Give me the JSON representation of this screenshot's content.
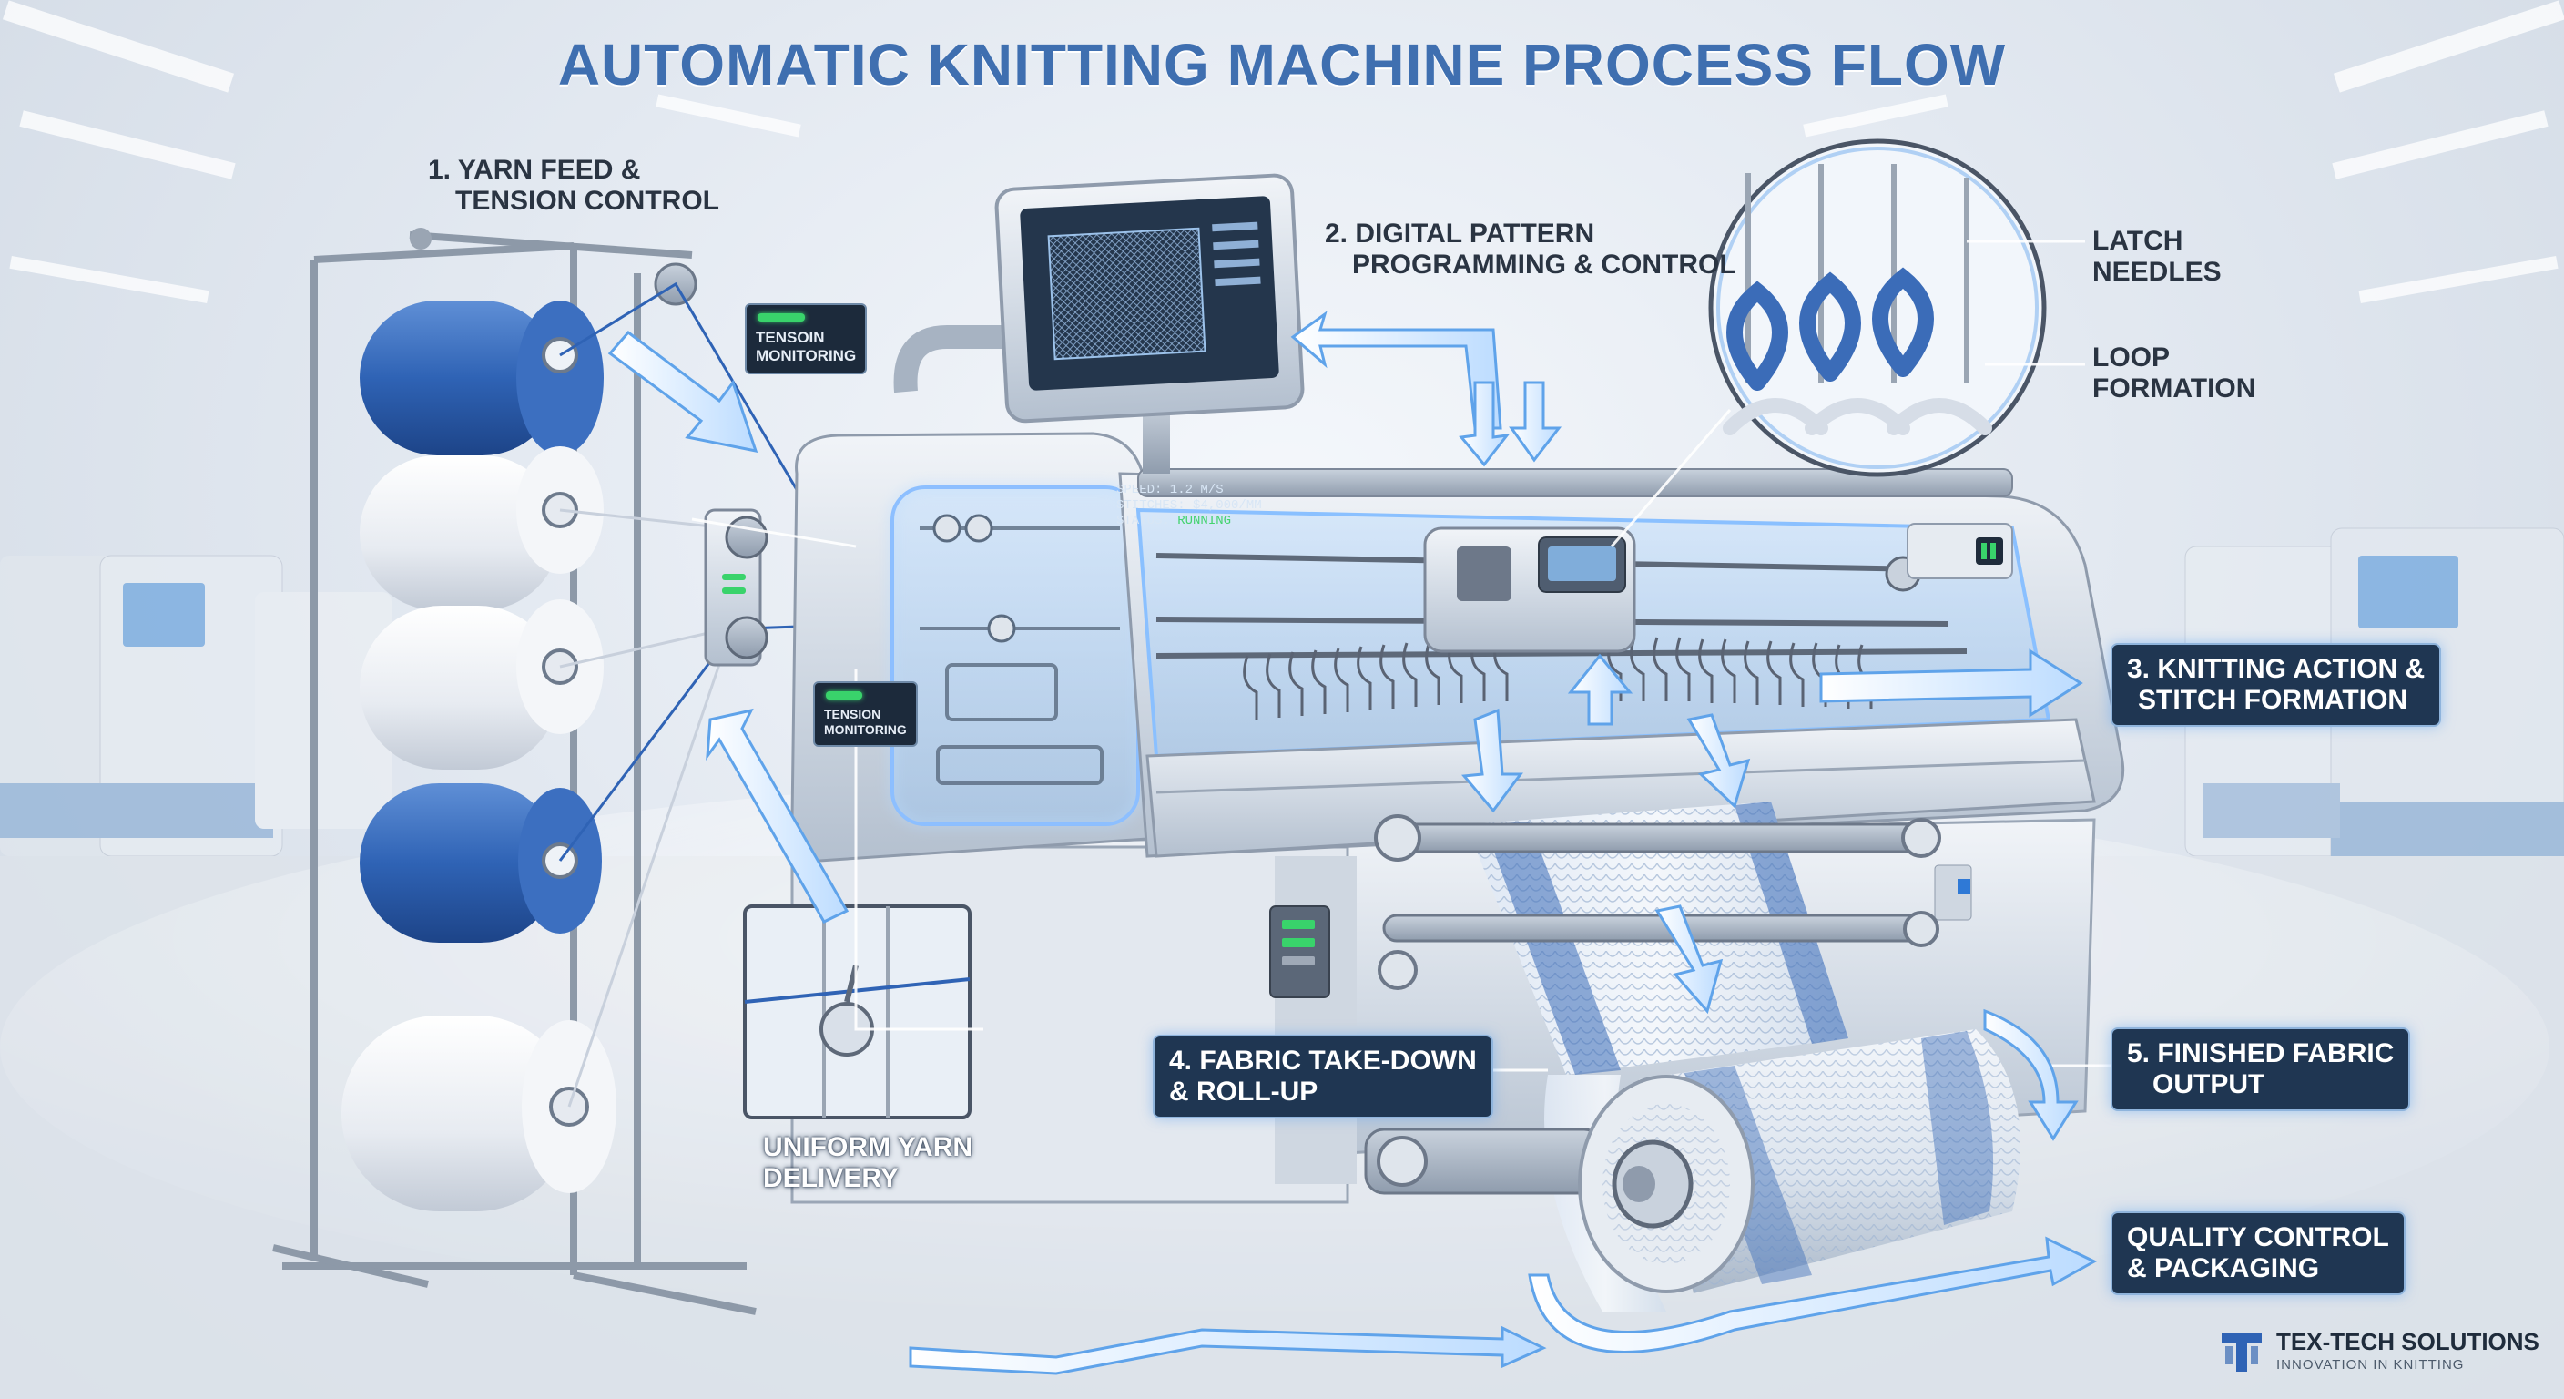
{
  "title": "AUTOMATIC KNITTING MACHINE PROCESS FLOW",
  "steps": {
    "yarn_feed": {
      "line1": "1. YARN FEED &",
      "line2": "TENSION CONTROL"
    },
    "pattern": {
      "line1": "2. DIGITAL PATTERN",
      "line2": "PROGRAMMING & CONTROL"
    },
    "knitting": {
      "line1": "3. KNITTING ACTION &",
      "line2": "STITCH FORMATION"
    },
    "takedown": {
      "line1": "4. FABRIC TAKE-DOWN",
      "line2": "& ROLL-UP"
    },
    "output": {
      "line1": "5. FINISHED FABRIC",
      "line2": "OUTPUT"
    },
    "qc": {
      "line1": "QUALITY CONTROL",
      "line2": "& PACKAGING"
    }
  },
  "detail": {
    "latch": {
      "line1": "LATCH",
      "line2": "NEEDLES"
    },
    "loop": {
      "line1": "LOOP",
      "line2": "FORMATION"
    },
    "uniform": {
      "line1": "UNIFORM YARN",
      "line2": "DELIVERY"
    }
  },
  "tags": {
    "tension_top": {
      "line1": "TENSOIN",
      "line2": "MONITORING"
    },
    "tension_mid": {
      "line1": "TENSION",
      "line2": "MONITORING"
    }
  },
  "status_panel": {
    "speed": "SPEED: 1.2 M/S",
    "stitches": "STITCHES: $4,000/MM",
    "status_label": "STATUS:",
    "status_value": "RUNNING"
  },
  "brand": {
    "name": "TEX-TECH SOLUTIONS",
    "tagline": "INNOVATION IN KNITTING"
  },
  "colors": {
    "accent": "#3f6fb0",
    "yarn_blue": "#2f63b5",
    "panel": "#1f3652",
    "glow": "#7fb6ff"
  }
}
